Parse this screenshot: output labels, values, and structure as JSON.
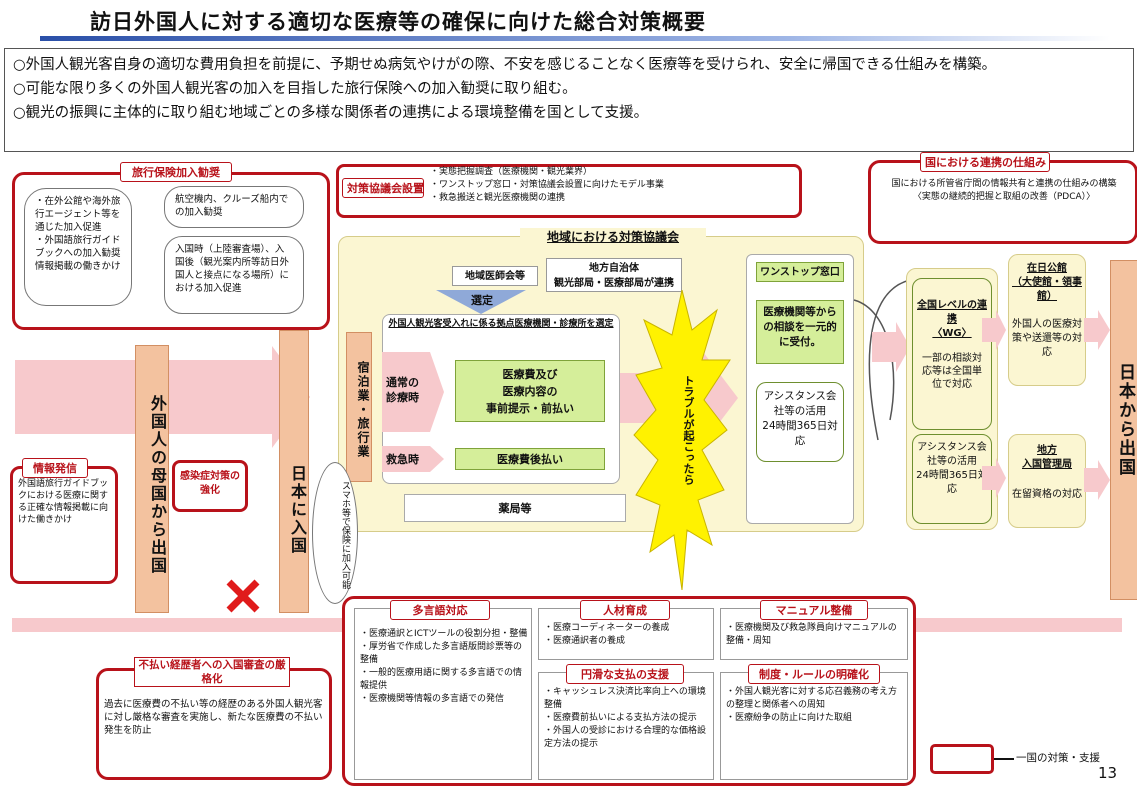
{
  "title": "訪日外国人に対する適切な医療等の確保に向けた総合対策概要",
  "summary": [
    "○外国人観光客自身の適切な費用負担を前提に、予期せぬ病気やけがの際、不安を感じることなく医療等を受けられ、安全に帰国できる仕組みを構築。",
    "○可能な限り多くの外国人観光客の加入を目指した旅行保険への加入勧奨に取り組む。",
    "○観光の振興に主体的に取り組む地域ごとの多様な関係者の連携による環境整備を国として支援。"
  ],
  "travel_insurance": {
    "tag": "旅行保険加入勧奨",
    "bubble_left": "・在外公館や海外旅行エージェント等を通じた加入促進\n・外国語旅行ガイドブックへの加入勧奨情報掲載の働きかけ",
    "bubble_top": "航空機内、クルーズ船内での加入勧奨",
    "bubble_mid": "入国時（上陸審査場）、入国後（観光案内所等訪日外国人と接点になる場所）における加入促進"
  },
  "info": {
    "tag": "情報発信",
    "text": "外国語旅行ガイドブックにおける医療に関する正確な情報掲載に向けた働きかけ"
  },
  "infection": {
    "tag": "感染症対策の強化"
  },
  "unpaid": {
    "tag": "不払い経歴者への入国審査の厳格化",
    "text": "過去に医療費の不払い等の経歴のある外国人観光客に対し厳格な審査を実施し、新たな医療費の不払い発生を防止"
  },
  "pillars": {
    "home": "外国人の母国から出国",
    "entry": "日本に入国",
    "lodging": "宿泊業・旅行業",
    "exit": "日本から出国"
  },
  "oval_text": "スマホ等で保険に加入可能",
  "council": {
    "tag": "対策協議会設置",
    "items": "・実態把握調査（医療機関・観光業界）\n・ワンストップ窓口・対策協議会設置に向けたモデル事業\n・救急搬送と観光医療機関の連携",
    "header": "地域における対策協議会",
    "medical_assoc": "地域医師会等",
    "local_gov": "地方自治体\n観光部局・医療部局が連携",
    "select": "選定",
    "hospitals_title": "外国人観光客受入れに係る拠点医療機関・診療所を選定",
    "normal": "通常の\n診療時",
    "emergency": "救急時",
    "green1": "医療費及び\n医療内容の\n事前提示・前払い",
    "green2": "医療費後払い",
    "pharmacy": "薬局等",
    "trouble": "トラブルが起こったら"
  },
  "onestop": {
    "title": "ワンストップ窓口",
    "text": "医療機関等からの相談を一元的に受付。",
    "assist": "アシスタンス会社等の活用\n24時間365日対応"
  },
  "national": {
    "tag": "国における連携の仕組み",
    "text": "国における所管省庁間の情報共有と連携の仕組みの構築\n〈実態の継続的把握と取組の改善（PDCA）〉",
    "wg": "全国レベルの連携\n〈WG〉",
    "wg_sub": "一部の相談対応等は全国単位で対応",
    "assist2": "アシスタンス会社等の活用\n24時間365日対応",
    "embassy": "在日公館\n（大使館・領事館）",
    "embassy_sub": "外国人の医療対策や送還等の対応",
    "immigration": "地方\n入国管理局",
    "immigration_sub": "在留資格の対応"
  },
  "multilingual": {
    "tag": "多言語対応",
    "text": "・医療通訳とICTツールの役割分担・整備\n・厚労省で作成した多言語版問診票等の整備\n・一般的医療用語に関する多言語での情報提供\n・医療機関等情報の多言語での発信"
  },
  "human": {
    "tag": "人材育成",
    "text": "・医療コーディネーターの養成\n・医療通訳者の養成"
  },
  "payment": {
    "tag": "円滑な支払の支援",
    "text": "・キャッシュレス決済比率向上への環境整備\n・医療費前払いによる支払方法の提示\n・外国人の受診における合理的な価格設定方法の提示"
  },
  "manual": {
    "tag": "マニュアル整備",
    "text": "・医療機関及び救急隊員向けマニュアルの整備・周知"
  },
  "rules": {
    "tag": "制度・ルールの明確化",
    "text": "・外国人観光客に対する応召義務の考え方の整理と関係者への周知\n・医療紛争の防止に向けた取組"
  },
  "legend": "一国の対策・支援",
  "page_number": "13",
  "colors": {
    "red": "#b8121a",
    "pink": "#f7c9cc",
    "pillar": "#f3c29f",
    "green": "#d5ee9a",
    "yellow": "#fbf6d2",
    "burst": "#fff200"
  }
}
